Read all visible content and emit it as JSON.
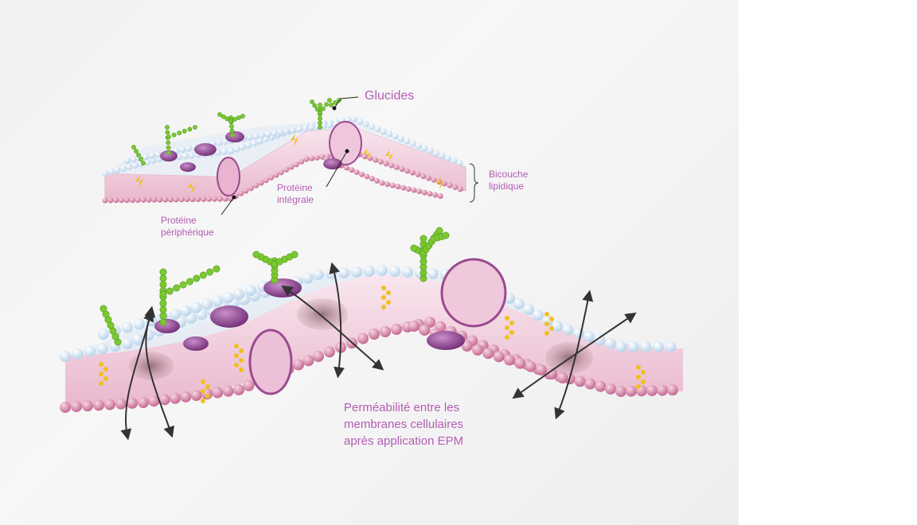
{
  "labels": {
    "glucides": "Glucides",
    "bicouche_line1": "Bicouche",
    "bicouche_line2": "lipidique",
    "proteine_integrale_line1": "Protéine",
    "proteine_integrale_line2": "intégrale",
    "proteine_peripherique_line1": "Protéine",
    "proteine_peripherique_line2": "périphérique",
    "caption_line1": "Perméabilité entre les",
    "caption_line2": "membranes cellulaires",
    "caption_line3": "après application EPM"
  },
  "colors": {
    "label": "#b35db3",
    "membrane_pink": "#f2c9dc",
    "outer_bead": "#eef5fb",
    "inner_bead": "#d98aa8",
    "protein": "#8e3f8e",
    "protein_light": "#e9b7d3",
    "glycan": "#7cc832",
    "cholesterol": "#f0c020",
    "arrow": "#333333"
  }
}
